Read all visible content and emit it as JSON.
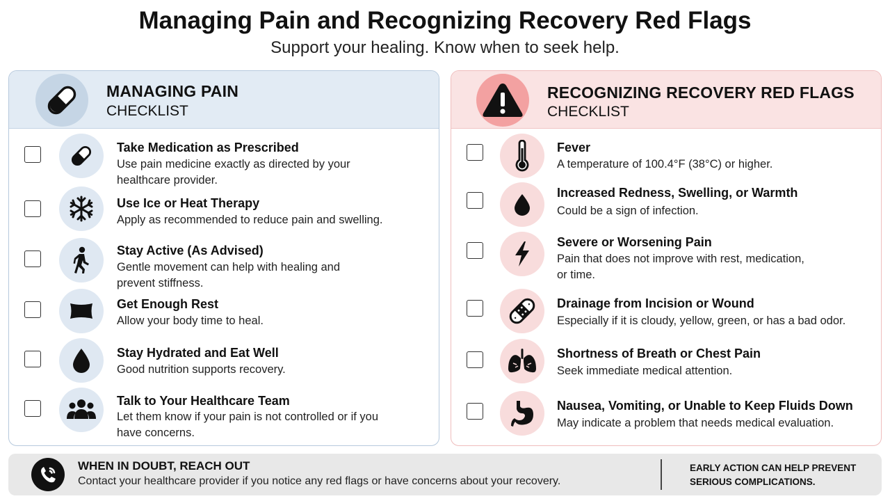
{
  "header": {
    "title": "Managing Pain and Recognizing Recovery Red Flags",
    "subtitle": "Support your healing. Know when to seek help."
  },
  "colors": {
    "left_accent": "#e2ebf4",
    "right_accent": "#fae3e3",
    "left_badge": "#c5d5e5",
    "right_badge": "#f3a1a1"
  },
  "left_panel": {
    "title": "MANAGING PAIN",
    "subtitle": "CHECKLIST",
    "icon": "pill-icon",
    "items": [
      {
        "title": "Take Medication as Prescribed",
        "desc_lines": [
          "Use pain medicine exactly as directed by your",
          "healthcare provider."
        ],
        "icon": "pill-icon",
        "checked": false
      },
      {
        "title": "Use Ice or Heat Therapy",
        "desc_lines": [
          "Apply as recommended to reduce pain and swelling."
        ],
        "icon": "snowflake-icon",
        "checked": false
      },
      {
        "title": "Stay Active (As Advised)",
        "desc_lines": [
          "Gentle movement can help with healing and",
          "prevent stiffness."
        ],
        "icon": "walking-person-icon",
        "checked": false
      },
      {
        "title": "Get Enough Rest",
        "desc_lines": [
          "Allow your body time to heal."
        ],
        "icon": "pillow-icon",
        "checked": false
      },
      {
        "title": "Stay Hydrated and Eat Well",
        "desc_lines": [
          "Good nutrition supports recovery."
        ],
        "icon": "water-drop-icon",
        "checked": false
      },
      {
        "title": "Talk to Your Healthcare Team",
        "desc_lines": [
          "Let them know if your pain is not controlled or if you",
          "have concerns."
        ],
        "icon": "people-group-icon",
        "checked": false
      }
    ]
  },
  "right_panel": {
    "title": "RECOGNIZING RECOVERY RED FLAGS",
    "subtitle": "CHECKLIST",
    "icon": "warning-triangle-icon",
    "items": [
      {
        "title": "Fever",
        "desc_lines": [
          "A temperature of 100.4°F (38°C) or higher."
        ],
        "icon": "thermometer-icon",
        "checked": false
      },
      {
        "title": "Increased Redness, Swelling, or Warmth",
        "desc_lines": [
          "Could be a sign of infection."
        ],
        "icon": "drop-icon",
        "checked": false
      },
      {
        "title": "Severe or Worsening Pain",
        "desc_lines": [
          "Pain that does not improve with rest, medication,",
          "or time."
        ],
        "icon": "lightning-bolt-icon",
        "checked": false
      },
      {
        "title": "Drainage from Incision or Wound",
        "desc_lines": [
          "Especially if it is cloudy, yellow, green, or has a bad odor."
        ],
        "icon": "bandage-icon",
        "checked": false
      },
      {
        "title": "Shortness of Breath or Chest Pain",
        "desc_lines": [
          "Seek immediate medical attention."
        ],
        "icon": "lungs-icon",
        "checked": false
      },
      {
        "title": "Nausea, Vomiting, or Unable to Keep Fluids Down",
        "desc_lines": [
          "May indicate a problem that needs medical evaluation."
        ],
        "icon": "stomach-icon",
        "checked": false
      }
    ]
  },
  "footer": {
    "icon": "phone-icon",
    "title": "WHEN IN DOUBT, REACH OUT",
    "text": "Contact your healthcare provider if you notice any red flags or have concerns about your recovery.",
    "note_lines": [
      "EARLY ACTION CAN HELP PREVENT",
      "SERIOUS COMPLICATIONS."
    ]
  }
}
